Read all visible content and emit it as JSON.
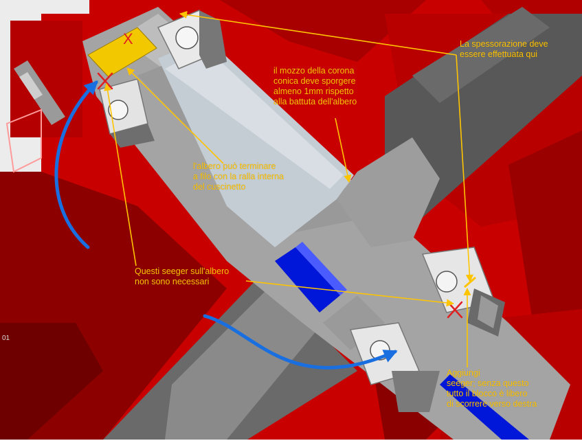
{
  "annotations": {
    "spessorazione": "La spessorazione deve\nessere effettuata qui",
    "mozzo": "il mozzo della corona\nconica deve sporgere\nalmeno 1mm rispetto\nalla battuta dell'albero",
    "albero": "l'albero può terminare\na filo con la ralla interna\ndel cuscinetto",
    "seeger_albero": "Questi seeger sull'albero\nnon sono necessari",
    "aggiungi": "Aggiungi\nseeger; senza questo\ntutto il blocco è libero\ndi scorrere verso destra"
  },
  "marks": {
    "spacer_x": "X",
    "edge_label": "01"
  },
  "colors": {
    "housing_red": "#c80000",
    "dark_red": "#8c0000",
    "shaft_gray": "#a0a0a0",
    "annotation_yellow": "#ffc400",
    "arrow_blue": "#1a6fe0",
    "spacer_yellow": "#f2c800",
    "cross_red": "#e02020",
    "key_blue": "#0016d8"
  }
}
